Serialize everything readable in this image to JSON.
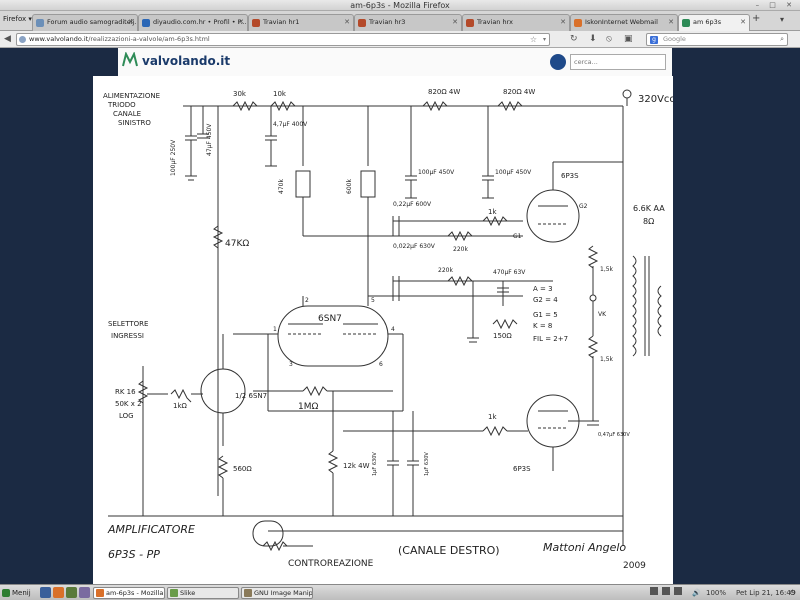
{
  "window": {
    "title": "am-6p3s - Mozilla Firefox",
    "controls": "– □ ✕"
  },
  "firefox_menu": "Firefox ▾",
  "tabs": [
    {
      "label": "Forum audio samograditelj...",
      "color": "#6b8fb8"
    },
    {
      "label": "diyaudio.com.hr • Profil • P...",
      "color": "#2b67b6"
    },
    {
      "label": "Travian hr1",
      "color": "#b44a2a"
    },
    {
      "label": "Travian hr3",
      "color": "#b44a2a"
    },
    {
      "label": "Travian hrx",
      "color": "#b44a2a"
    },
    {
      "label": "IskonInternet Webmail",
      "color": "#d9702a"
    },
    {
      "label": "am 6p3s",
      "color": "#2e8b57"
    }
  ],
  "tab_close": "✕",
  "new_tab": "+",
  "tab_list": "▾",
  "nav": {
    "back": "◀",
    "url_host": "www.valvolando.it",
    "url_path": "/realizzazioni-a-valvole/am-6p3s.html",
    "bookmark": "☆",
    "dropdown": "▾",
    "reload": "↻",
    "download": "⬇",
    "stop": "⦸",
    "addon": "▣",
    "search_engine": "g",
    "search_placeholder": "Google",
    "search_icon": "⌕"
  },
  "site": {
    "logo_text": "valvolando.it",
    "search_placeholder": "cerca..."
  },
  "schematic_labels": {
    "supply_in": "ALIMENTAZIONE",
    "supply_in2": "TRIODO",
    "supply_in3": "CANALE",
    "supply_in4": "SINISTRO",
    "cap1": "100µF 250V",
    "cap2": "47µF 450V",
    "r30k": "30k",
    "r10k": "10k",
    "cap_4u7": "4,7µF 400V",
    "r820": "820Ω 4W",
    "r820b": "820Ω 4W",
    "cap_100u_a": "100µF 450V",
    "cap_100u_b": "100µF 450V",
    "hv": "320Vcc",
    "r47k": "47KΩ",
    "pot_a": "470k",
    "pot_b": "600k",
    "v1": "6P3S",
    "r1k_a": "1k",
    "cap_022": "0,22µF 600V",
    "cap_022b": "0,022µF 630V",
    "r220k": "220k",
    "r220k_b": "220k",
    "g1": "G1",
    "g2": "G2",
    "out_tx": "6.6K AA",
    "out_ohm": "8Ω",
    "r1k5": "1,5k",
    "pinout_a": "A = 3",
    "pinout_g2": "G2 = 4",
    "pinout_g1": "G1 = 5",
    "pinout_k": "K = 8",
    "pinout_fil": "FIL = 2+7",
    "cap_470": "470µF 63V",
    "r150": "150Ω",
    "v2": "6SN7",
    "v3": "1/2 6SN7",
    "selector": "SELETTORE",
    "selector2": "INGRESSI",
    "pot_in": "RK 16",
    "pot_in2": "50K x 2",
    "pot_in3": "LOG",
    "r1k_in": "1kΩ",
    "r1m": "1MΩ",
    "r1k_b": "1k",
    "v4": "6P3S",
    "r560": "560Ω",
    "r12k": "12k 4W",
    "cap_a": "1µF 630V",
    "cap_b": "1µF 630V",
    "r1k5_b": "1,5k",
    "cap_c": "0,47µF 630V",
    "pin1": "1",
    "pin2": "2",
    "pin3": "3",
    "pin4": "4",
    "pin5": "5",
    "pin6": "6",
    "amp1": "AMPLIFICATORE",
    "amp2": "6P3S - PP",
    "feedback": "CONTROREAZIONE",
    "channel": "(CANALE DESTRO)",
    "sig": "Mattoni Angelo",
    "year": "2009",
    "vk": "VK"
  },
  "taskbar": {
    "start": "Menij",
    "tasks": [
      {
        "label": "am-6p3s - Mozilla F...",
        "color": "#d9702a"
      },
      {
        "label": "Slike",
        "color": "#6a9c4a"
      },
      {
        "label": "GNU Image Manip...",
        "color": "#8a7a5a"
      }
    ],
    "volume": "🔊",
    "battery": "100%",
    "clock": "Pet Lip 21, 16:49",
    "power": "⏻"
  }
}
